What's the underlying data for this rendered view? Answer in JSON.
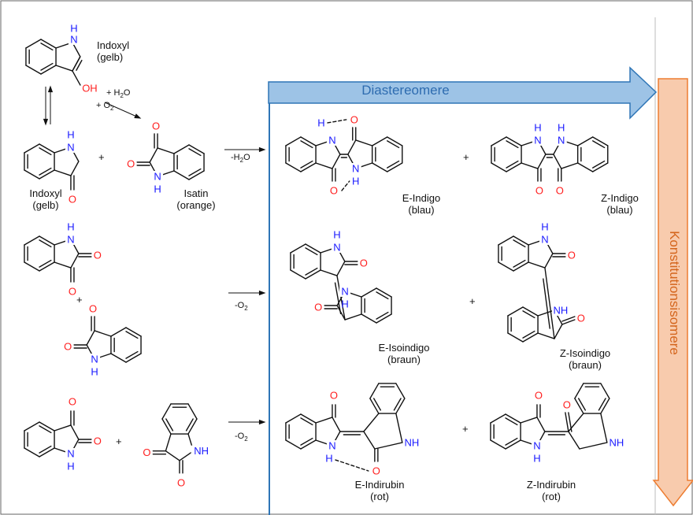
{
  "arrows": {
    "horizontal_label": "Diastereomere",
    "vertical_label": "Konstitutionsisomere",
    "horizontal_fill": "#9dc3e6",
    "horizontal_stroke": "#2e75b6",
    "vertical_fill": "#f8cbad",
    "vertical_stroke": "#ed7d31"
  },
  "atom_colors": {
    "nitrogen": "#1a1aff",
    "oxygen": "#ff2020"
  },
  "atoms": {
    "nh": "H",
    "n": "N",
    "o": "O",
    "oh": "OH",
    "nh_group": "NH"
  },
  "conditions": {
    "step1_a": "+ H",
    "step1_a_sub": "2",
    "step1_a_tail": "O",
    "step1_b": "+ O",
    "step1_b_sub": "2",
    "row1": "-H",
    "row1_sub": "2",
    "row1_tail": "O",
    "row2": "-O",
    "row2_sub": "2",
    "row3": "-O",
    "row3_sub": "2",
    "plus": "+"
  },
  "left": {
    "indoxyl_enol": {
      "name": "Indoxyl",
      "color": "(gelb)"
    },
    "indoxyl_keto": {
      "name": "Indoxyl",
      "color": "(gelb)"
    },
    "isatin": {
      "name": "Isatin",
      "color": "(orange)"
    }
  },
  "products": {
    "e_indigo": {
      "name": "E-Indigo",
      "color": "(blau)"
    },
    "z_indigo": {
      "name": "Z-Indigo",
      "color": "(blau)"
    },
    "e_isoindigo": {
      "name": "E-Isoindigo",
      "color": "(braun)"
    },
    "z_isoindigo": {
      "name": "Z-Isoindigo",
      "color": "(braun)"
    },
    "e_indirubin": {
      "name": "E-Indirubin",
      "color": "(rot)"
    },
    "z_indirubin": {
      "name": "Z-Indirubin",
      "color": "(rot)"
    }
  }
}
